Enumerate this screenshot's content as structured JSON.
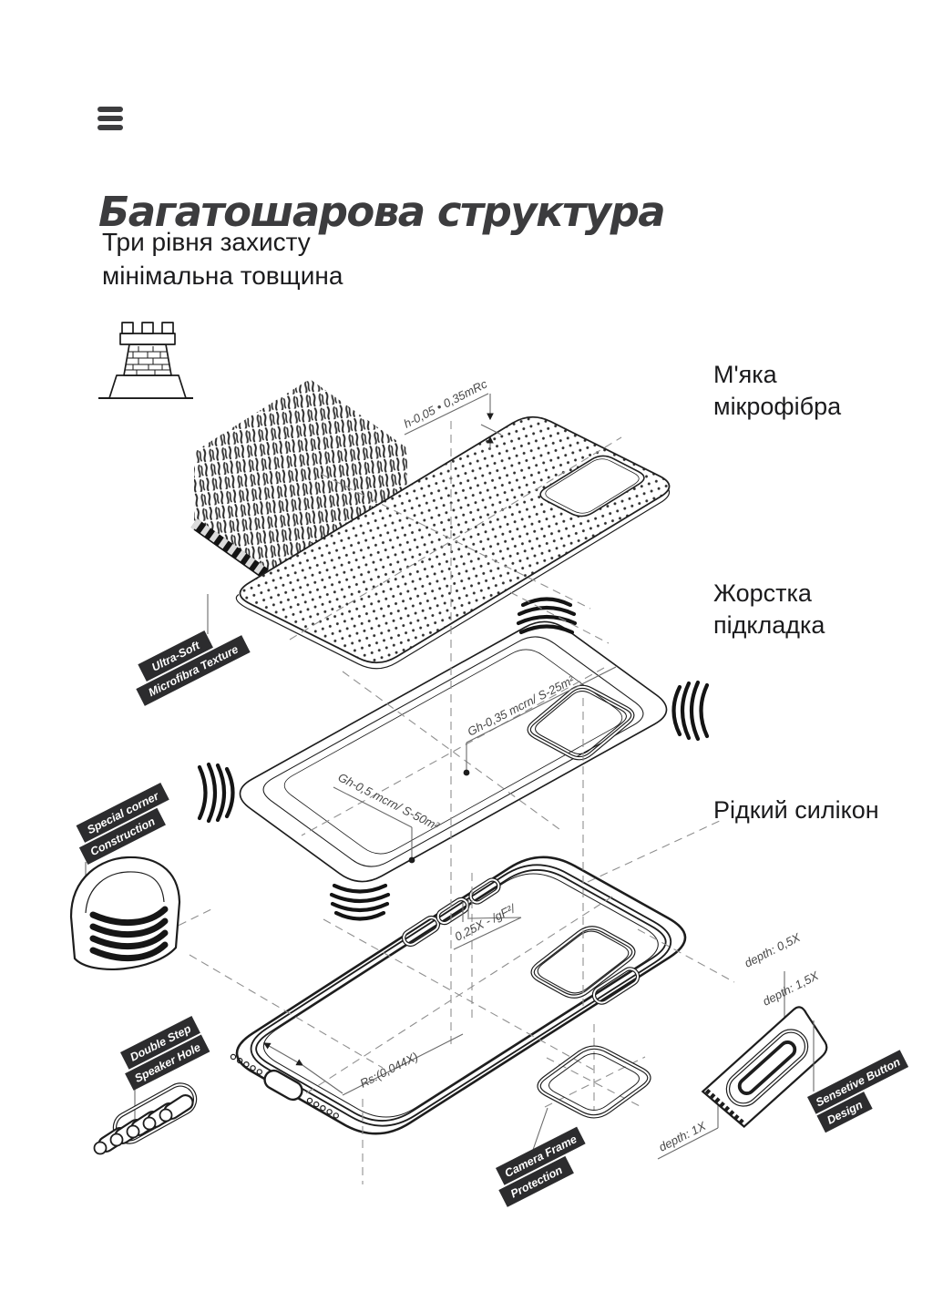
{
  "colors": {
    "background": "#ffffff",
    "ink": "#1d1d1f",
    "line": "#1d1d1d",
    "dash_line": "#8f8f8f",
    "badge_bg": "#2c2c2e",
    "badge_text": "#ffffff",
    "annotation": "#474747",
    "title": "#3c3c3e"
  },
  "header": {
    "menu_icon": "hamburger-menu",
    "title": "Багатошарова структура",
    "subtitle": [
      "Три рівня захисту",
      "мінімальна товщина"
    ]
  },
  "hero": {
    "tower_icon": "fortress-tower"
  },
  "layer_labels": {
    "microfiber": "М'яка мікрофібра",
    "hard_liner": "Жорстка підкладка",
    "liquid_silicone": "Рідкий силікон"
  },
  "badges": {
    "texture": [
      "Ultra-Soft",
      "Microfibra Texture"
    ],
    "corner": [
      "Special corner",
      "Construction"
    ],
    "speaker": [
      "Double Step",
      "Speaker Hole"
    ],
    "camera": [
      "Camera Frame",
      "Protection"
    ],
    "button": [
      "Sensetive Button",
      "Design"
    ]
  },
  "annotations": {
    "microfiber_height": "h-0,05 • 0,35mRc",
    "liner_grain_25": "Gh-0,35 mcrn/ S-25m²",
    "liner_grain_50": "Gh-0,5 mcrn/ S-50m²",
    "silicone_wall": "0,25X - /gF²/",
    "corner_radius": "Rs:(0,044X)",
    "depth_05": "depth: 0,5X",
    "depth_15": "depth: 1,5X",
    "depth_1": "depth: 1X"
  }
}
